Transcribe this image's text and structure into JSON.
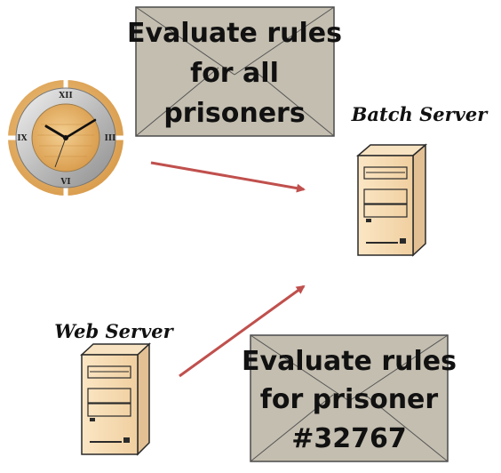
{
  "envelopes": {
    "top": {
      "lines": [
        "Evaluate rules",
        "for all",
        "prisoners"
      ]
    },
    "bottom": {
      "lines": [
        "Evaluate rules",
        "for prisoner",
        "#32767"
      ]
    }
  },
  "labels": {
    "batch_server": "Batch Server",
    "web_server": "Web Server"
  },
  "clock": {
    "numerals": [
      "XII",
      "III",
      "VI",
      "IX"
    ]
  },
  "colors": {
    "envelope_fill": "#c4beb0",
    "envelope_stroke": "#4a4a4a",
    "arrow": "#c0504d",
    "server_fill": "#f6dcb4",
    "server_stroke": "#2a2a2a",
    "clock_wood": "#e8b871",
    "clock_silver": "#c9c9c9"
  }
}
